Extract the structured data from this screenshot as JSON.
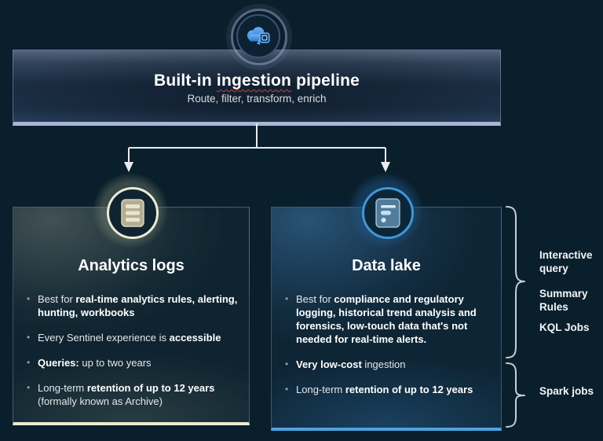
{
  "colors": {
    "background": "#0a1f2c",
    "banner_border": "#a9b5d6",
    "analytics_accent": "#ece9d4",
    "datalake_accent": "#4da3e0",
    "connector": "#e9ebee",
    "squiggle": "#c54439",
    "brace": "#c9ced6"
  },
  "header": {
    "icon": "cloud-sync-icon",
    "title_parts": [
      "Built-in ",
      "ingestion",
      " pipeline"
    ],
    "subtitle": "Route, filter, transform, enrich"
  },
  "cards": [
    {
      "id": "analytics-logs",
      "title": "Analytics logs",
      "icon": "logs-icon",
      "bullets": [
        [
          {
            "text": "Best for ",
            "bold": false
          },
          {
            "text": "real-time analytics rules, alerting, hunting, workbooks",
            "bold": true
          }
        ],
        [
          {
            "text": "Every Sentinel experience is ",
            "bold": false
          },
          {
            "text": "accessible",
            "bold": true
          }
        ],
        [
          {
            "text": "Queries:",
            "bold": true
          },
          {
            "text": " up to two years",
            "bold": false
          }
        ],
        [
          {
            "text": "Long-term ",
            "bold": false
          },
          {
            "text": "retention of up to 12 years",
            "bold": true
          },
          {
            "text": " (formally known as Archive)",
            "bold": false
          }
        ]
      ]
    },
    {
      "id": "data-lake",
      "title": "Data lake",
      "icon": "data-lake-icon",
      "bullets": [
        [
          {
            "text": "Best for ",
            "bold": false
          },
          {
            "text": "compliance and regulatory logging, historical trend analysis and forensics, low-touch data that's not needed for real-time alerts.",
            "bold": true
          }
        ],
        [
          {
            "text": "Very low-cost",
            "bold": true
          },
          {
            "text": " ingestion",
            "bold": false
          }
        ],
        [
          {
            "text": "Long-term ",
            "bold": false
          },
          {
            "text": "retention of up to 12 years",
            "bold": true
          }
        ]
      ]
    }
  ],
  "side_labels": [
    "Interactive query",
    "Summary Rules",
    "KQL Jobs",
    "Spark jobs"
  ]
}
